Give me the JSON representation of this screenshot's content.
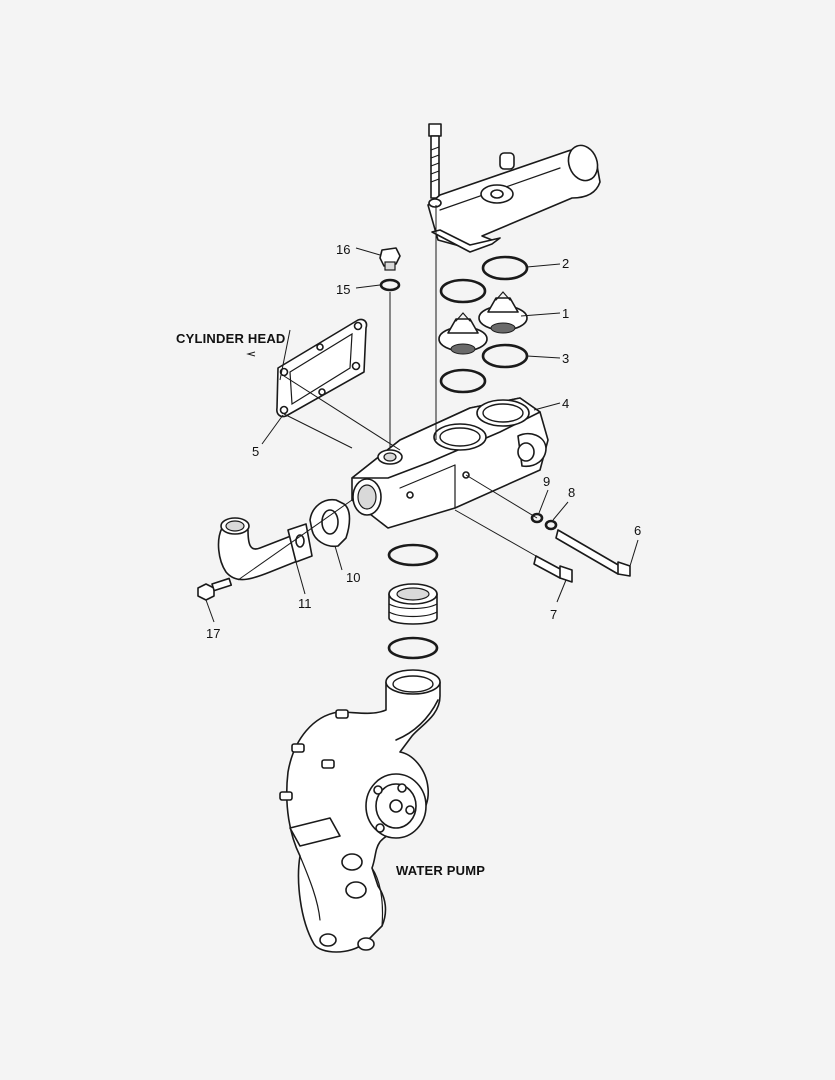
{
  "labels": {
    "cylinder_head": "CYLINDER HEAD",
    "water_pump": "WATER PUMP"
  },
  "callouts": {
    "c1": "1",
    "c2": "2",
    "c3": "3",
    "c4": "4",
    "c5": "5",
    "c6": "6",
    "c7": "7",
    "c8": "8",
    "c9": "9",
    "c10": "10",
    "c11": "11",
    "c15": "15",
    "c16": "16",
    "c17": "17"
  }
}
